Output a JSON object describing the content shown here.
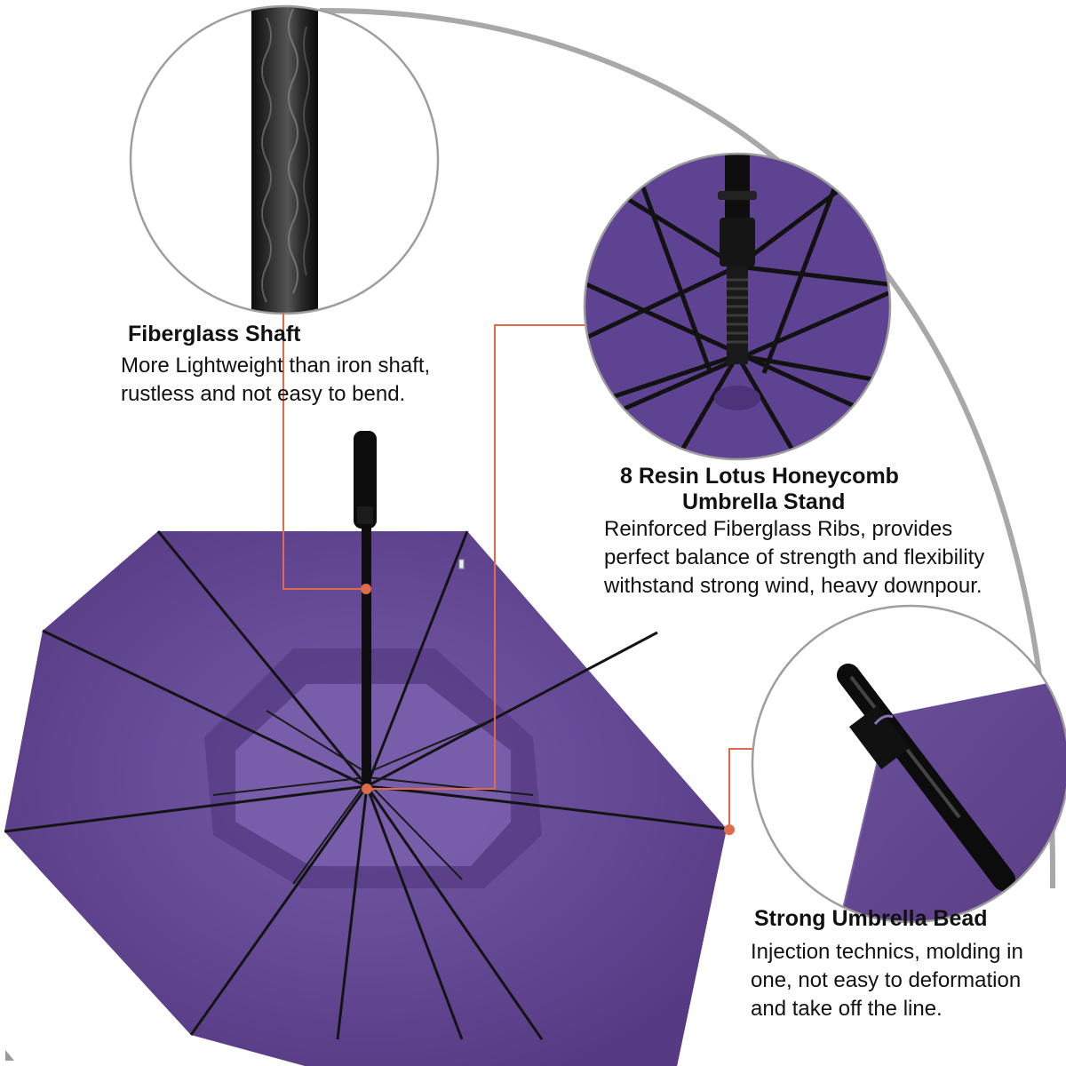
{
  "colors": {
    "canopy": "#5e3f8a",
    "canopy_inner": "#6f55a0",
    "callout_line": "#e06a4c",
    "circle_border": "#9e9e9e",
    "arc": "#a8a8a8",
    "frame": "#141414"
  },
  "features": [
    {
      "id": "fiberglass-shaft",
      "title": "Fiberglass Shaft",
      "lines": [
        "More Lightweight than iron shaft,",
        "rustless and not easy to bend."
      ],
      "icon": "fiberglass-shaft-closeup"
    },
    {
      "id": "resin-stand",
      "title_lines": [
        "8 Resin Lotus Honeycomb",
        "Umbrella Stand"
      ],
      "lines": [
        "Reinforced Fiberglass Ribs, provides",
        "perfect balance of strength and flexibility",
        "withstand strong wind, heavy downpour."
      ],
      "icon": "rib-hub-closeup"
    },
    {
      "id": "umbrella-bead",
      "title": "Strong Umbrella Bead",
      "lines": [
        "Injection technics, molding in",
        "one, not easy to deformation",
        "and take off the line."
      ],
      "icon": "rib-tip-bead-closeup"
    }
  ]
}
